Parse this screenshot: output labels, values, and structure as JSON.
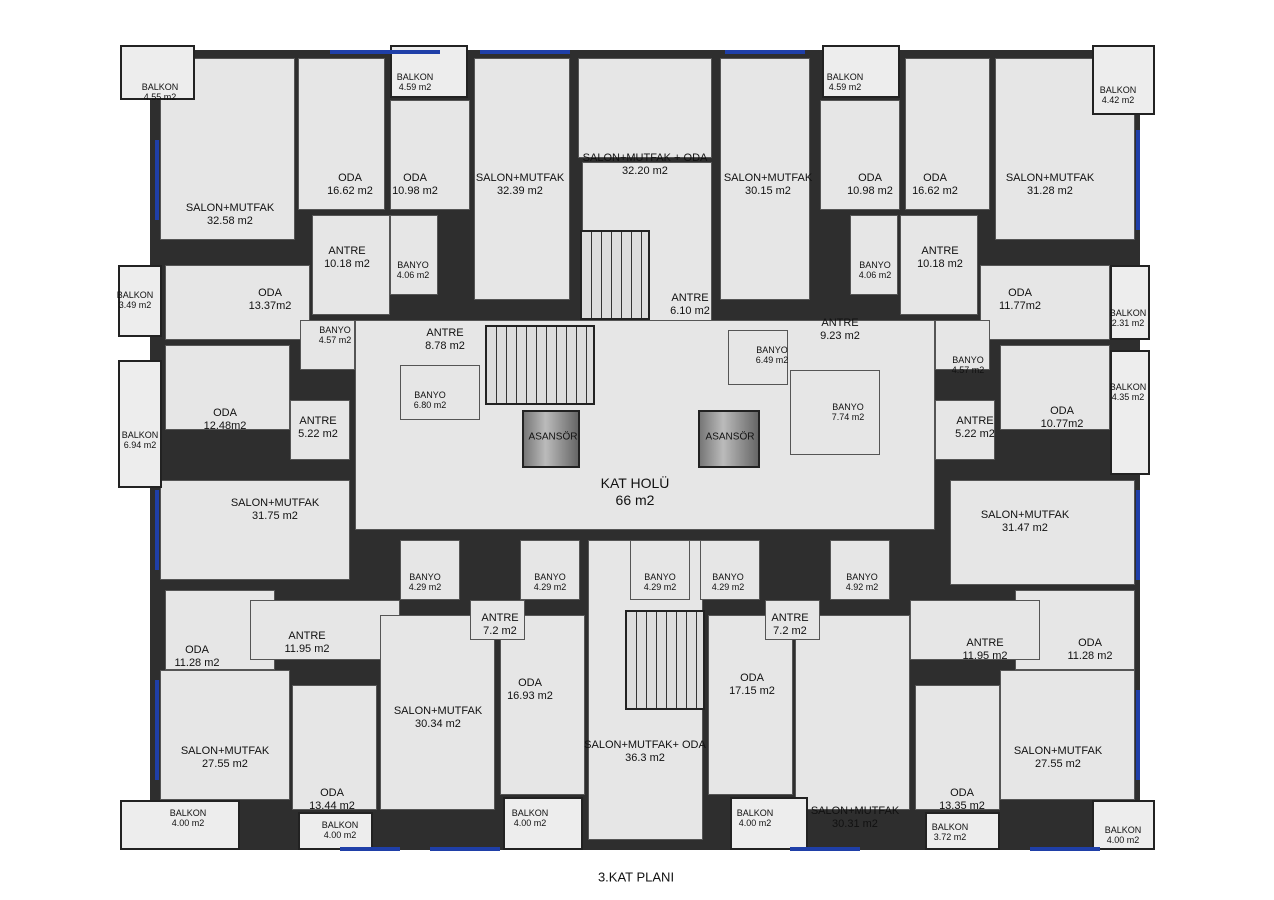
{
  "plan_title": "3.KAT PLANI",
  "rooms": [
    {
      "name": "BALKON",
      "area": "4.55 m2"
    },
    {
      "name": "SALON+MUTFAK",
      "area": "32.58 m2"
    },
    {
      "name": "ODA",
      "area": "16.62 m2"
    },
    {
      "name": "BALKON",
      "area": "4.59 m2"
    },
    {
      "name": "ODA",
      "area": "10.98 m2"
    },
    {
      "name": "SALON+MUTFAK",
      "area": "32.39 m2"
    },
    {
      "name": "SALON+MUTFAK + ODA",
      "area": "32.20 m2"
    },
    {
      "name": "SALON+MUTFAK",
      "area": "30.15 m2"
    },
    {
      "name": "BALKON",
      "area": "4.59 m2"
    },
    {
      "name": "ODA",
      "area": "10.98 m2"
    },
    {
      "name": "ODA",
      "area": "16.62 m2"
    },
    {
      "name": "SALON+MUTFAK",
      "area": "31.28 m2"
    },
    {
      "name": "BALKON",
      "area": "4.42 m2"
    },
    {
      "name": "ANTRE",
      "area": "10.18 m2"
    },
    {
      "name": "BANYO",
      "area": "4.06 m2"
    },
    {
      "name": "ODA",
      "area": "13.37m2"
    },
    {
      "name": "BALKON",
      "area": "3.49 m2"
    },
    {
      "name": "BANYO",
      "area": "4.57 m2"
    },
    {
      "name": "ANTRE",
      "area": "8.78 m2"
    },
    {
      "name": "BANYO",
      "area": "6.80 m2"
    },
    {
      "name": "ODA",
      "area": "12.48m2"
    },
    {
      "name": "BALKON",
      "area": "6.94 m2"
    },
    {
      "name": "ANTRE",
      "area": "5.22 m2"
    },
    {
      "name": "ANTRE",
      "area": "6.10 m2"
    },
    {
      "name": "BANYO",
      "area": "6.49 m2"
    },
    {
      "name": "ANTRE",
      "area": "9.23 m2"
    },
    {
      "name": "BANYO",
      "area": "7.74 m2"
    },
    {
      "name": "ANTRE",
      "area": "10.18 m2"
    },
    {
      "name": "BANYO",
      "area": "4.06 m2"
    },
    {
      "name": "ODA",
      "area": "11.77m2"
    },
    {
      "name": "BALKON",
      "area": "2.31 m2"
    },
    {
      "name": "BANYO",
      "area": "4.57 m2"
    },
    {
      "name": "ODA",
      "area": "10.77m2"
    },
    {
      "name": "BALKON",
      "area": "4.35 m2"
    },
    {
      "name": "ANTRE",
      "area": "5.22 m2"
    },
    {
      "name": "KAT HOLÜ",
      "area": "66 m2"
    },
    {
      "name": "SALON+MUTFAK",
      "area": "31.75 m2"
    },
    {
      "name": "SALON+MUTFAK",
      "area": "31.47 m2"
    },
    {
      "name": "BANYO",
      "area": "4.29 m2"
    },
    {
      "name": "BANYO",
      "area": "4.29 m2"
    },
    {
      "name": "BANYO",
      "area": "4.29 m2"
    },
    {
      "name": "BANYO",
      "area": "4.29 m2"
    },
    {
      "name": "BANYO",
      "area": "4.92 m2"
    },
    {
      "name": "ANTRE",
      "area": "7.2 m2"
    },
    {
      "name": "ANTRE",
      "area": "7.2 m2"
    },
    {
      "name": "ANTRE",
      "area": "11.95 m2"
    },
    {
      "name": "ANTRE",
      "area": "11.95 m2"
    },
    {
      "name": "ODA",
      "area": "11.28 m2"
    },
    {
      "name": "ODA",
      "area": "11.28 m2"
    },
    {
      "name": "ODA",
      "area": "16.93 m2"
    },
    {
      "name": "ODA",
      "area": "17.15 m2"
    },
    {
      "name": "SALON+MUTFAK",
      "area": "30.34 m2"
    },
    {
      "name": "SALON+MUTFAK+ ODA",
      "area": "36.3 m2"
    },
    {
      "name": "SALON+MUTFAK",
      "area": "27.55 m2"
    },
    {
      "name": "SALON+MUTFAK",
      "area": "27.55 m2"
    },
    {
      "name": "ODA",
      "area": "13.44 m2"
    },
    {
      "name": "ODA",
      "area": "13.35 m2"
    },
    {
      "name": "SALON+MUTFAK",
      "area": "30.31 m2"
    },
    {
      "name": "BALKON",
      "area": "4.00 m2"
    },
    {
      "name": "BALKON",
      "area": "4.00 m2"
    },
    {
      "name": "BALKON",
      "area": "4.00 m2"
    },
    {
      "name": "BALKON",
      "area": "4.00 m2"
    },
    {
      "name": "BALKON",
      "area": "3.72 m2"
    },
    {
      "name": "BALKON",
      "area": "4.00 m2"
    }
  ],
  "elevators": [
    {
      "label": "ASANSÖR"
    },
    {
      "label": "ASANSÖR"
    }
  ]
}
